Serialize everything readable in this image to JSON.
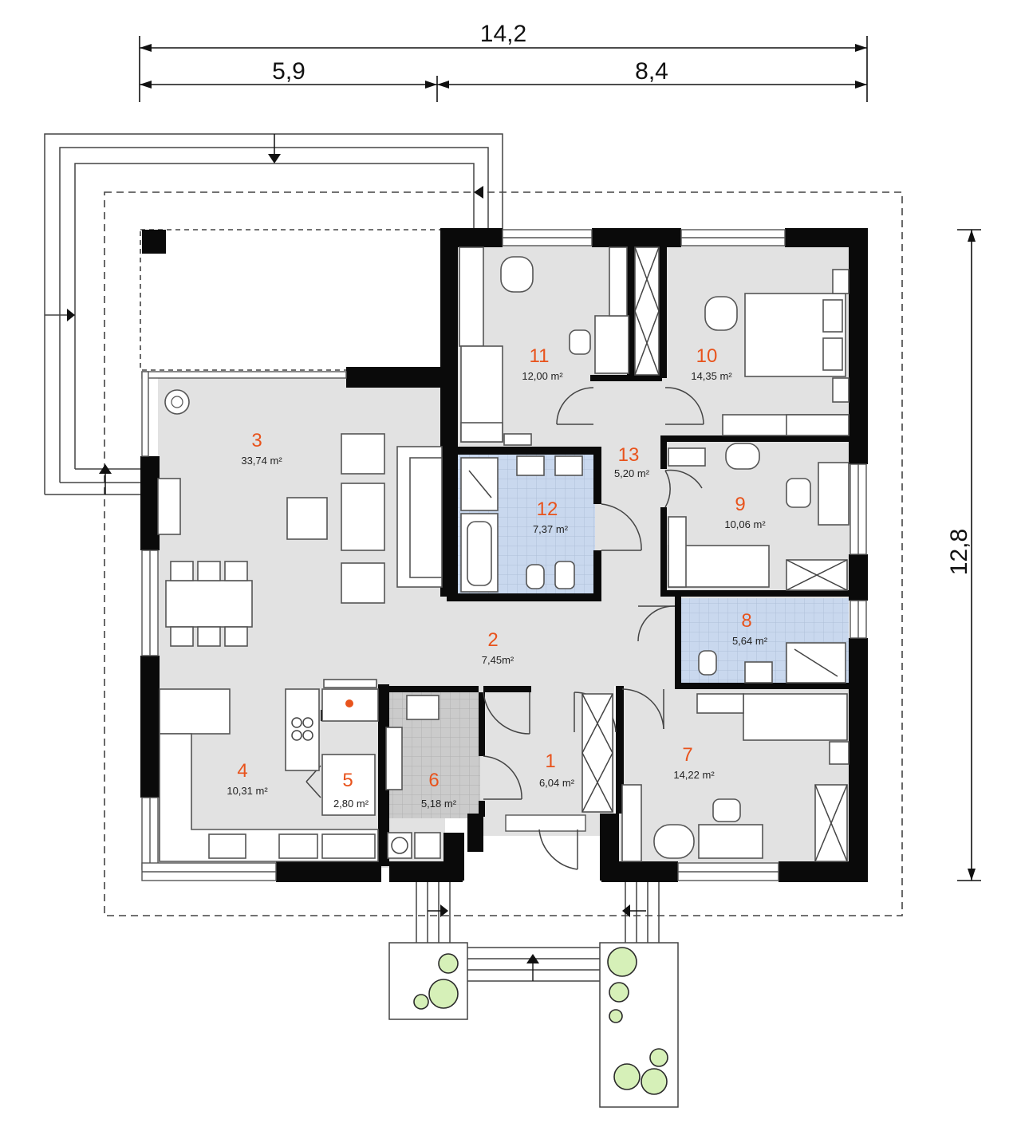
{
  "dimensions": {
    "total_width": "14,2",
    "left_width": "5,9",
    "right_width": "8,4",
    "height": "12,8"
  },
  "rooms": [
    {
      "number": "1",
      "area": "6,04 m²"
    },
    {
      "number": "2",
      "area": "7,45m²"
    },
    {
      "number": "3",
      "area": "33,74 m²"
    },
    {
      "number": "4",
      "area": "10,31 m²"
    },
    {
      "number": "5",
      "area": "2,80 m²"
    },
    {
      "number": "6",
      "area": "5,18 m²"
    },
    {
      "number": "7",
      "area": "14,22 m²"
    },
    {
      "number": "8",
      "area": "5,64 m²"
    },
    {
      "number": "9",
      "area": "10,06 m²"
    },
    {
      "number": "10",
      "area": "14,35 m²"
    },
    {
      "number": "11",
      "area": "12,00 m²"
    },
    {
      "number": "12",
      "area": "7,37 m²"
    },
    {
      "number": "13",
      "area": "5,20 m²"
    }
  ],
  "colors": {
    "room_number": "#e8531c",
    "wall": "#0a0a0a",
    "floor": "#e2e2e2",
    "bathroom_tile": "#c9d8ee",
    "utility_tile": "#c8c8c8",
    "greenery": "#d6f0b8"
  }
}
